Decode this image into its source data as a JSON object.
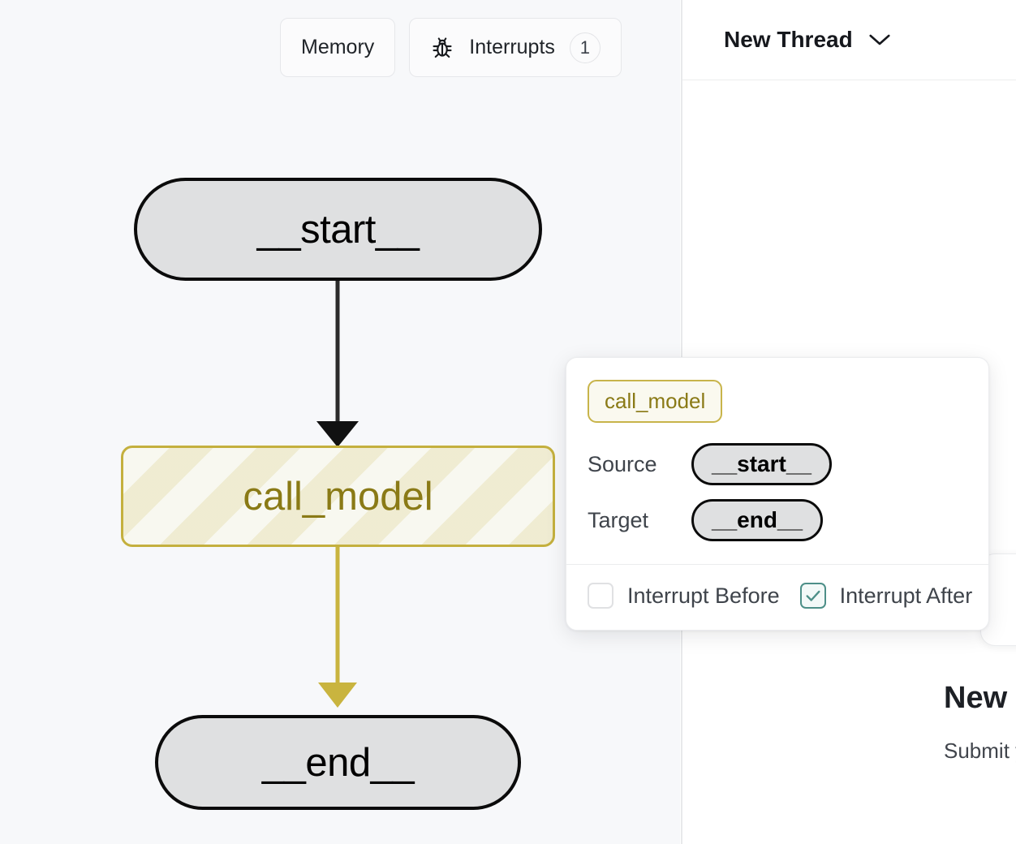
{
  "graph_panel": {
    "toolbar": {
      "memory_label": "Memory",
      "interrupts_label": "Interrupts",
      "interrupts_icon": "bug-icon",
      "interrupts_count": "1"
    },
    "nodes": [
      {
        "id": "start",
        "label": "__start__",
        "kind": "terminal"
      },
      {
        "id": "call_model",
        "label": "call_model",
        "kind": "active-striped"
      },
      {
        "id": "end",
        "label": "__end__",
        "kind": "terminal"
      }
    ],
    "edges": [
      {
        "from": "__start__",
        "to": "call_model",
        "color": "#2b2b2b"
      },
      {
        "from": "call_model",
        "to": "__end__",
        "color": "#c9b43f"
      }
    ]
  },
  "edge_popup": {
    "node_tag": "call_model",
    "source_label": "Source",
    "source_value": "__start__",
    "target_label": "Target",
    "target_value": "__end__",
    "interrupt_before_label": "Interrupt Before",
    "interrupt_before_checked": false,
    "interrupt_after_label": "Interrupt After",
    "interrupt_after_checked": true
  },
  "thread_panel": {
    "title": "New Thread",
    "chevron_icon": "chevron-down-icon",
    "empty_title": "New Thread",
    "empty_subtitle": "Submit your input to get started",
    "peek_card_icon": "share-graph-icon"
  },
  "colors": {
    "canvas_bg": "#f7f8fa",
    "panel_bg": "#ffffff",
    "node_fill": "#dfe0e1",
    "node_stroke": "#0b0b0b",
    "accent_yellow": "#c9b43f",
    "accent_yellow_text": "#8a7a16",
    "accent_teal": "#4d8f88",
    "divider": "#e8e9eb"
  }
}
